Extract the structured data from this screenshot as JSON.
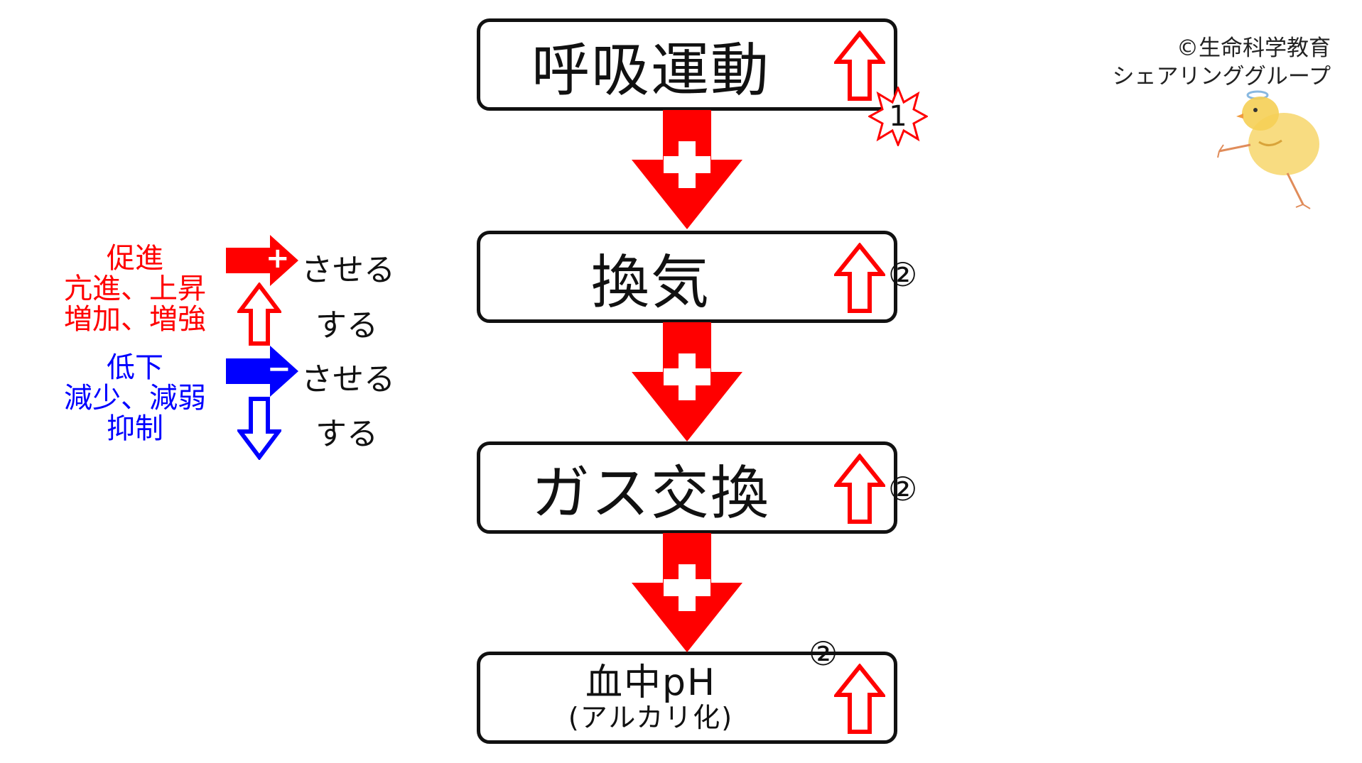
{
  "flow": {
    "steps": [
      {
        "label": "呼吸運動",
        "badge": "1"
      },
      {
        "label": "換気",
        "badge": "②"
      },
      {
        "label": "ガス交換",
        "badge": "②"
      },
      {
        "label": "血中pH",
        "sublabel": "(アルカリ化)",
        "badge": "②"
      }
    ],
    "connector_sign": "+",
    "connector_color": "#ff0000"
  },
  "legend": {
    "increase_terms": [
      "促進",
      "亢進、上昇",
      "増加、増強"
    ],
    "decrease_terms": [
      "低下",
      "減少、減弱",
      "抑制"
    ],
    "cause_verb": "させる",
    "self_verb": "する",
    "plus_sign": "+",
    "minus_sign": "−",
    "red": "#ff0000",
    "blue": "#0000ff"
  },
  "credit": {
    "line1": "©生命科学教育",
    "line2": "シェアリンググループ"
  }
}
